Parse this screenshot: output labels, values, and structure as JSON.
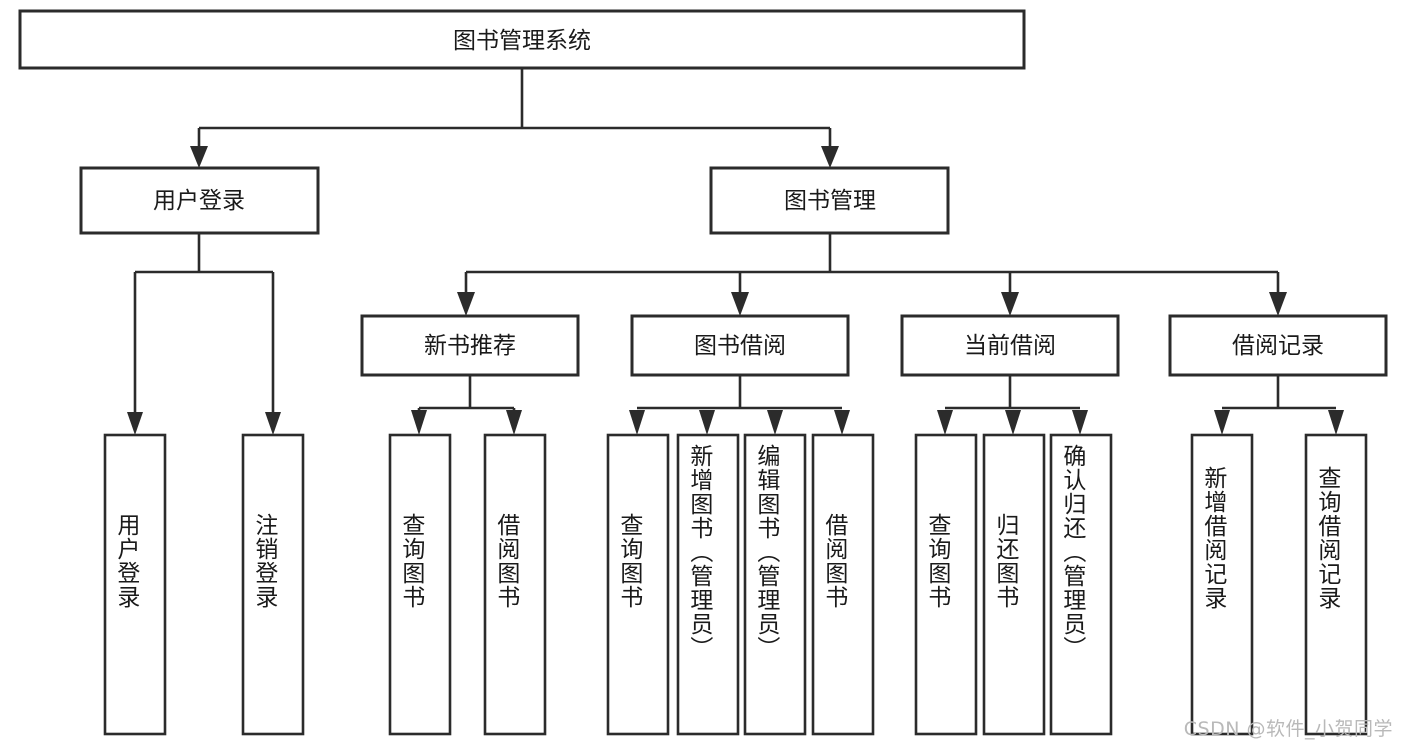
{
  "diagram": {
    "type": "tree",
    "title": "图书管理系统",
    "orientation": "top-down",
    "watermark": "CSDN @软件_小贺同学",
    "colors": {
      "box_stroke": "#2b2b2b",
      "box_fill": "#ffffff",
      "text": "#1a1a1a",
      "background": "#ffffff",
      "watermark": "#b9b9b9"
    },
    "root": {
      "label": "图书管理系统"
    },
    "level2": [
      {
        "label": "用户登录"
      },
      {
        "label": "图书管理"
      }
    ],
    "level3": [
      {
        "label": "新书推荐"
      },
      {
        "label": "图书借阅"
      },
      {
        "label": "当前借阅"
      },
      {
        "label": "借阅记录"
      }
    ],
    "leaves": {
      "user_login": [
        {
          "label": "用户登录"
        },
        {
          "label": "注销登录"
        }
      ],
      "new_book_recommend": [
        {
          "label": "查询图书"
        },
        {
          "label": "借阅图书"
        }
      ],
      "book_borrow": [
        {
          "label": "查询图书"
        },
        {
          "label": "新增图书（管理员）"
        },
        {
          "label": "编辑图书（管理员）"
        },
        {
          "label": "借阅图书"
        }
      ],
      "current_borrow": [
        {
          "label": "查询图书"
        },
        {
          "label": "归还图书"
        },
        {
          "label": "确认归还（管理员）"
        }
      ],
      "borrow_record": [
        {
          "label": "新增借阅记录"
        },
        {
          "label": "查询借阅记录"
        }
      ]
    }
  }
}
